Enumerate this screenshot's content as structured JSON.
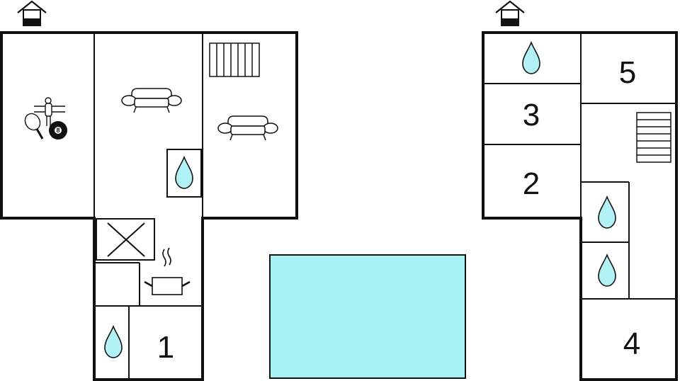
{
  "floor_plan": {
    "ground_floor": {
      "entrance_icon": "house-entrance-icon",
      "rooms": [
        {
          "id": "games-room",
          "icons": [
            "table-football-icon",
            "table-tennis-icon",
            "billiard-ball-icon"
          ]
        },
        {
          "id": "living-room",
          "icons": [
            "sofa-icon"
          ]
        },
        {
          "id": "lounge",
          "icons": [
            "sofa-icon",
            "staircase-icon"
          ]
        },
        {
          "id": "bathroom-small",
          "icons": [
            "water-drop-icon"
          ]
        },
        {
          "id": "utility",
          "icons": [
            "cross-box-icon"
          ]
        },
        {
          "id": "kitchen",
          "icons": [
            "cooking-pot-icon"
          ]
        },
        {
          "id": "bathroom-bottom",
          "icons": [
            "water-drop-icon"
          ]
        },
        {
          "id": "bedroom-1",
          "number": "1"
        }
      ],
      "billiard_ball_number": "8"
    },
    "upper_floor": {
      "entrance_icon": "house-entrance-icon",
      "rooms": [
        {
          "id": "bathroom-top",
          "icons": [
            "water-drop-icon"
          ]
        },
        {
          "id": "bedroom-5",
          "number": "5"
        },
        {
          "id": "bedroom-3",
          "number": "3"
        },
        {
          "id": "stair-hall",
          "icons": [
            "staircase-icon"
          ]
        },
        {
          "id": "bedroom-2",
          "number": "2"
        },
        {
          "id": "bathroom-mid",
          "icons": [
            "water-drop-icon"
          ]
        },
        {
          "id": "bathroom-lower",
          "icons": [
            "water-drop-icon"
          ]
        },
        {
          "id": "bedroom-4",
          "number": "4"
        }
      ]
    },
    "pool": {
      "icon": "swimming-pool-icon"
    },
    "colors": {
      "wall": "#000000",
      "water": "#b2f2f6",
      "pool": "#a6f2f5",
      "background": "#ffffff"
    }
  }
}
